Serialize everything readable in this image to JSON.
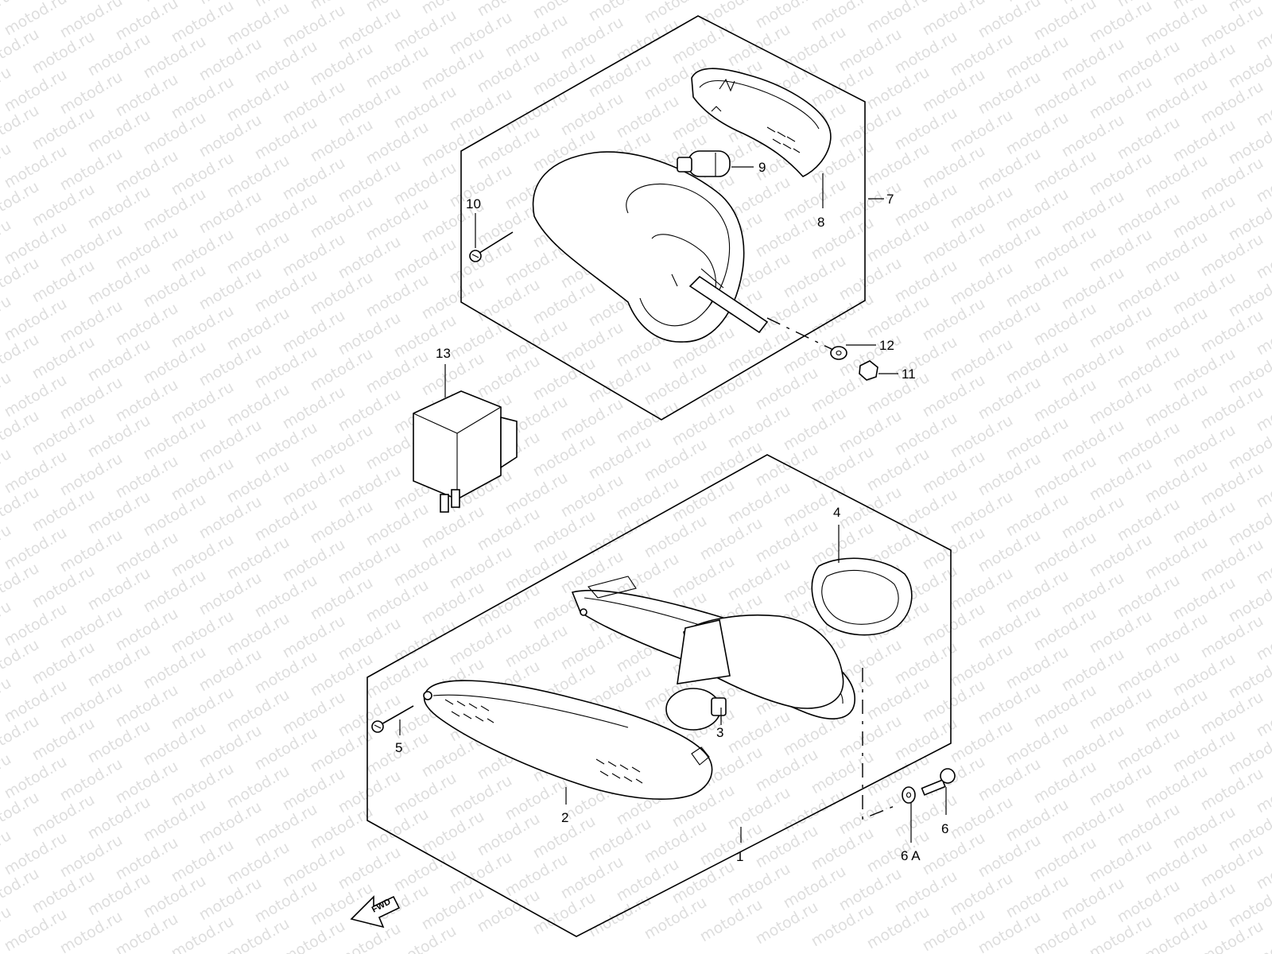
{
  "watermark_text": "motod.ru",
  "fwd_label": "FWD",
  "callouts": [
    {
      "id": "1",
      "label": "1"
    },
    {
      "id": "2",
      "label": "2"
    },
    {
      "id": "3",
      "label": "3"
    },
    {
      "id": "4",
      "label": "4"
    },
    {
      "id": "5",
      "label": "5"
    },
    {
      "id": "6",
      "label": "6"
    },
    {
      "id": "6a",
      "label": "6 A"
    },
    {
      "id": "7",
      "label": "7"
    },
    {
      "id": "8",
      "label": "8"
    },
    {
      "id": "9",
      "label": "9"
    },
    {
      "id": "10",
      "label": "10"
    },
    {
      "id": "11",
      "label": "11"
    },
    {
      "id": "12",
      "label": "12"
    },
    {
      "id": "13",
      "label": "13"
    }
  ]
}
